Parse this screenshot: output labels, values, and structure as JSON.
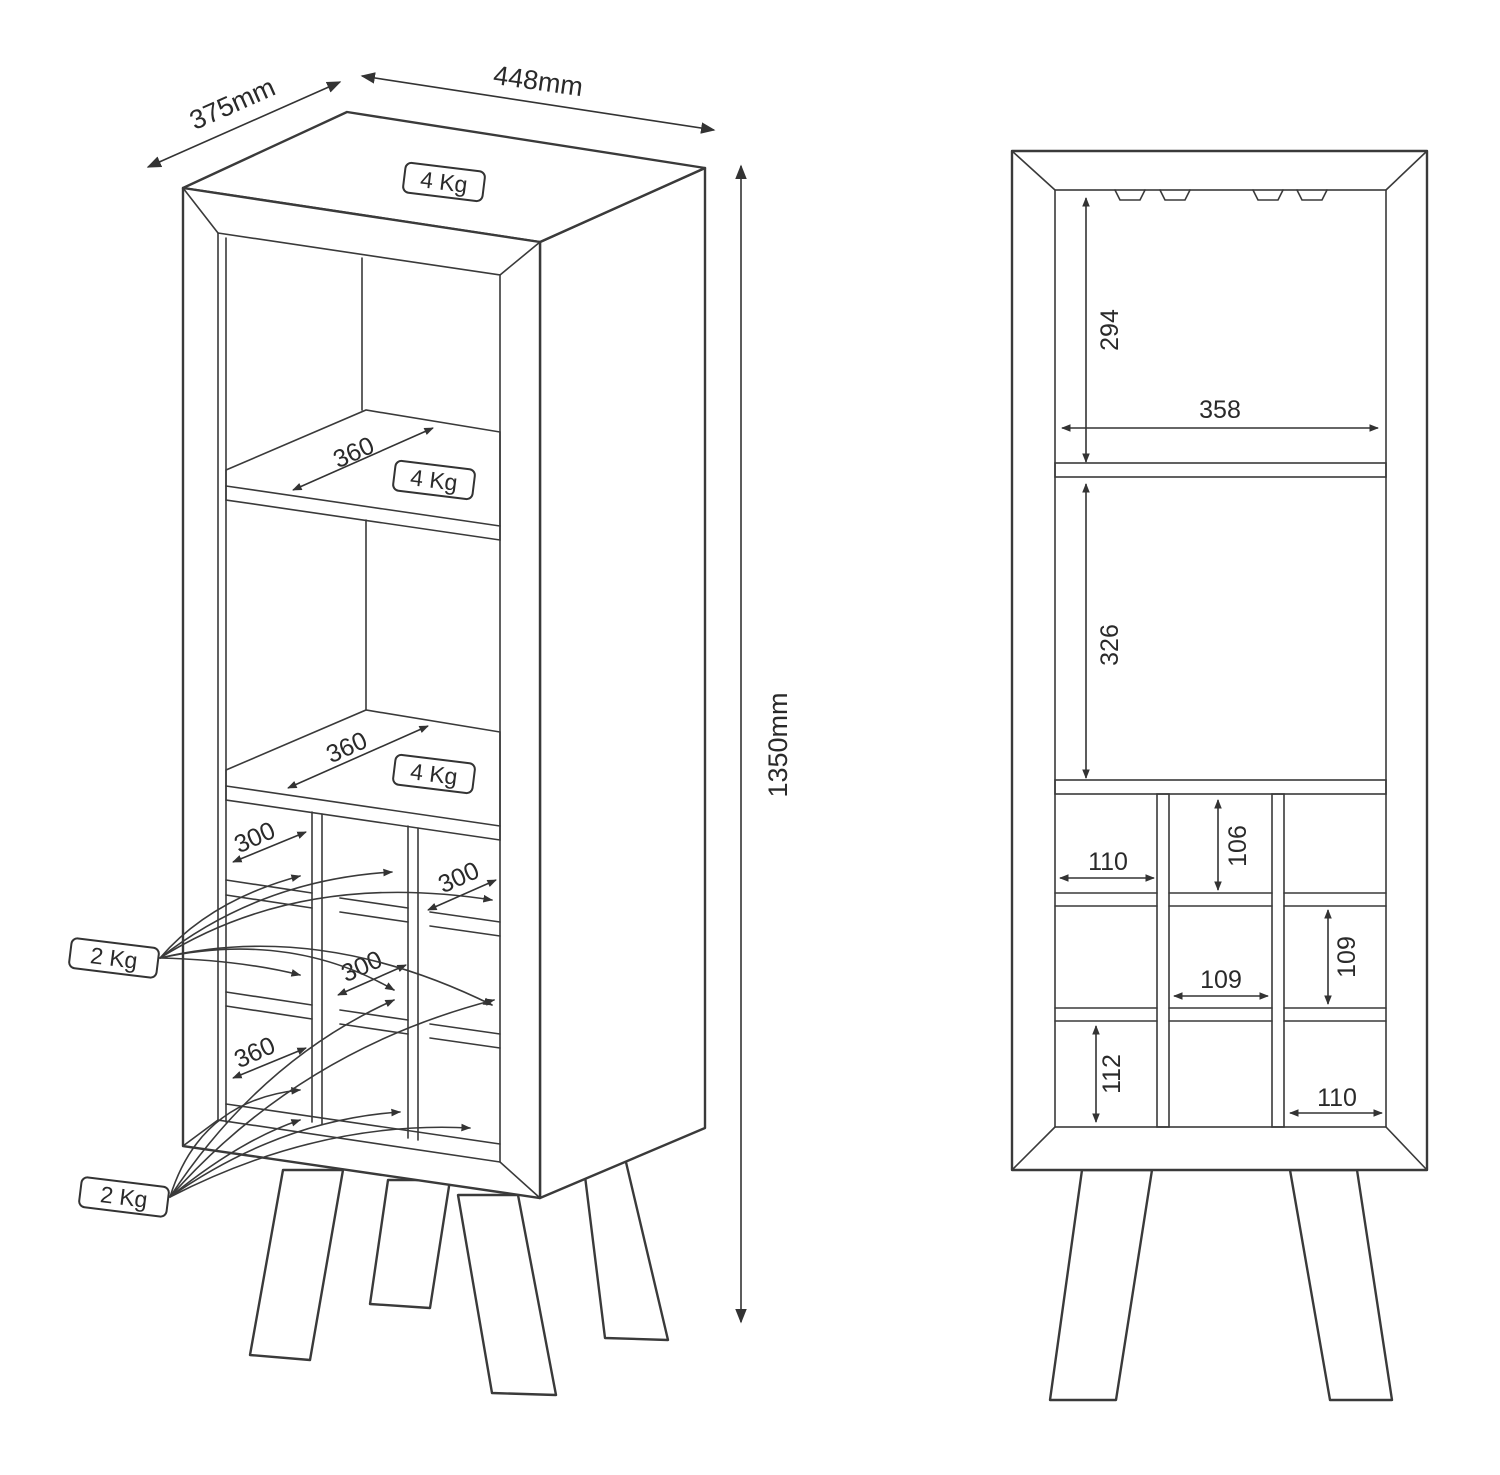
{
  "overall": {
    "depth": "375mm",
    "width": "448mm",
    "height": "1350mm"
  },
  "weights": {
    "top": "4 Kg",
    "shelf_upper": "4 Kg",
    "shelf_lower": "4 Kg",
    "bottle_group_upper": "2 Kg",
    "bottle_group_lower": "2 Kg"
  },
  "perspective_dims": {
    "shelf_upper_depth": "360",
    "shelf_lower_depth": "360",
    "rack_row1_left": "300",
    "rack_row1_right": "300",
    "rack_row2_mid": "300",
    "rack_row3_left": "360"
  },
  "front_dims": {
    "upper_height": "294",
    "inner_width": "358",
    "middle_height": "326",
    "cell_width_top_left": "110",
    "cell_height_top_mid": "106",
    "cell_width_mid": "109",
    "cell_height_mid_right": "109",
    "cell_height_bottom_left": "112",
    "cell_width_bottom_right": "110"
  }
}
